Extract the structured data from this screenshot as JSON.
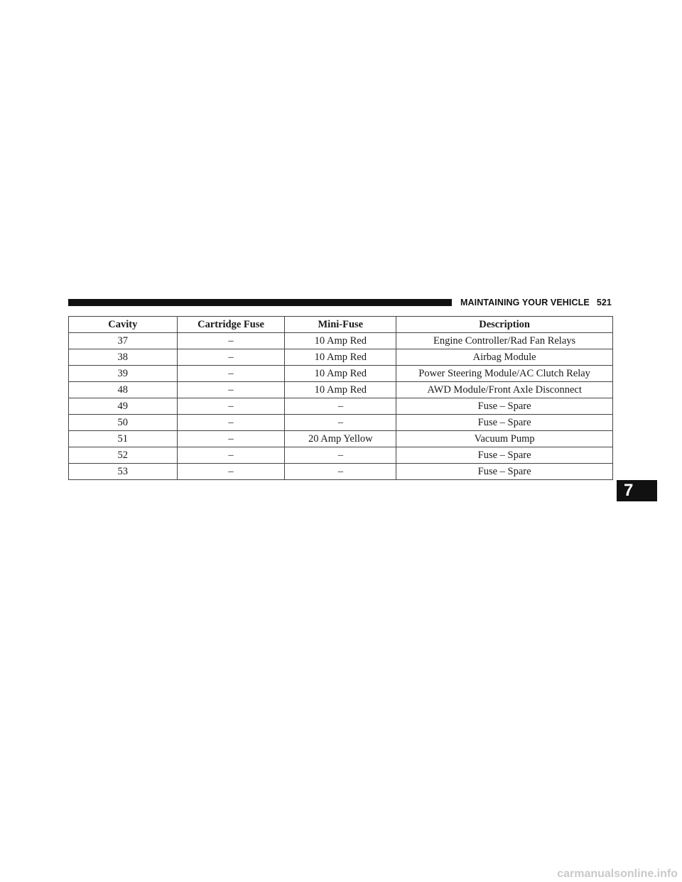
{
  "header": {
    "section_title": "MAINTAINING YOUR VEHICLE",
    "page_number": "521"
  },
  "table": {
    "columns": [
      "Cavity",
      "Cartridge Fuse",
      "Mini-Fuse",
      "Description"
    ],
    "rows": [
      [
        "37",
        "–",
        "10 Amp Red",
        "Engine Controller/Rad Fan Relays"
      ],
      [
        "38",
        "–",
        "10 Amp Red",
        "Airbag Module"
      ],
      [
        "39",
        "–",
        "10 Amp Red",
        "Power Steering Module/AC Clutch Relay"
      ],
      [
        "48",
        "–",
        "10 Amp Red",
        "AWD Module/Front Axle Disconnect"
      ],
      [
        "49",
        "–",
        "–",
        "Fuse – Spare"
      ],
      [
        "50",
        "–",
        "–",
        "Fuse – Spare"
      ],
      [
        "51",
        "–",
        "20 Amp Yellow",
        "Vacuum Pump"
      ],
      [
        "52",
        "–",
        "–",
        "Fuse – Spare"
      ],
      [
        "53",
        "–",
        "–",
        "Fuse – Spare"
      ]
    ]
  },
  "chapter_tab": "7",
  "watermark": "carmanualsonline.info"
}
